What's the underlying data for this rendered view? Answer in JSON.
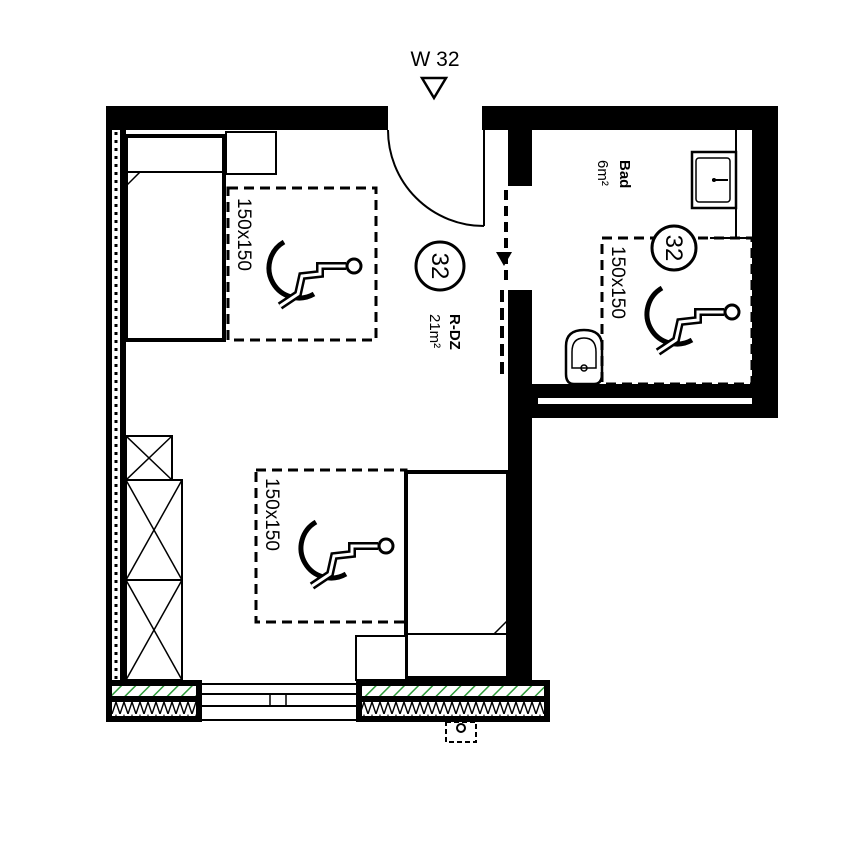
{
  "entrance": {
    "label": "W 32"
  },
  "main_room": {
    "number": "32",
    "name": "R-DZ",
    "area": "21m²"
  },
  "bathroom": {
    "number": "32",
    "name": "Bad",
    "area": "6m²"
  },
  "turning_circles": [
    {
      "label": "150x150"
    },
    {
      "label": "150x150"
    },
    {
      "label": "150x150"
    }
  ],
  "colors": {
    "line": "#000000",
    "insulation": "#2e9a3a",
    "background": "#ffffff"
  }
}
